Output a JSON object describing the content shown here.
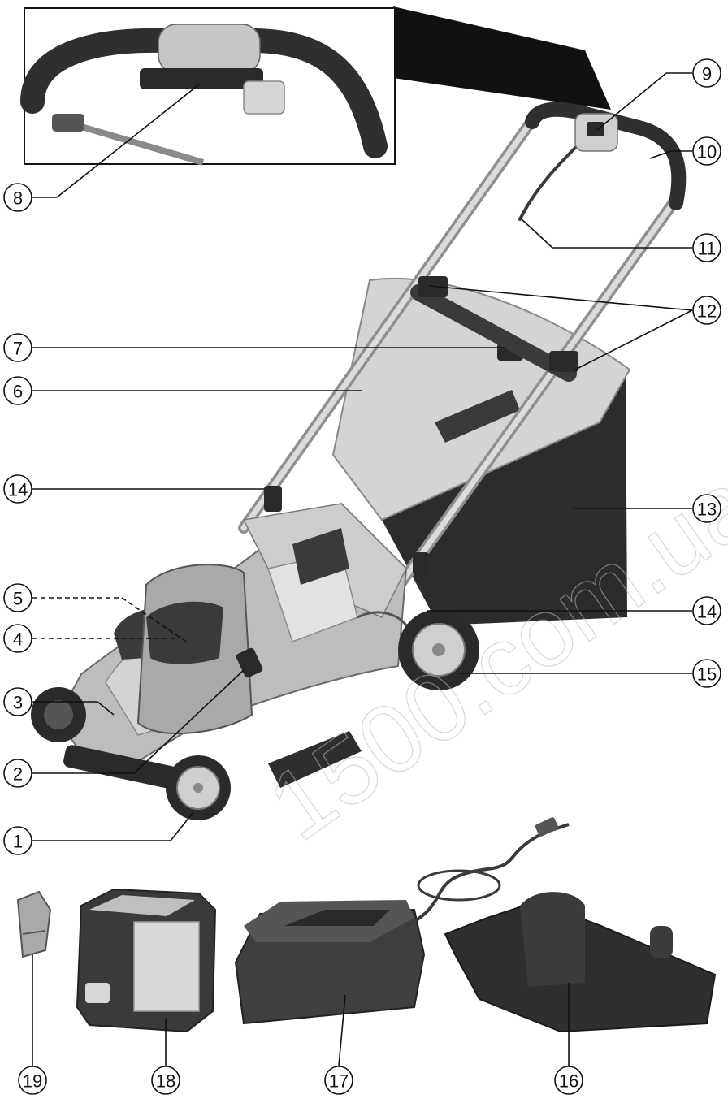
{
  "diagram": {
    "callouts": [
      {
        "id": "1",
        "label": "1"
      },
      {
        "id": "2",
        "label": "2"
      },
      {
        "id": "3",
        "label": "3"
      },
      {
        "id": "4",
        "label": "4"
      },
      {
        "id": "5",
        "label": "5"
      },
      {
        "id": "6",
        "label": "6"
      },
      {
        "id": "7",
        "label": "7"
      },
      {
        "id": "8",
        "label": "8"
      },
      {
        "id": "9",
        "label": "9"
      },
      {
        "id": "10",
        "label": "10"
      },
      {
        "id": "11",
        "label": "11"
      },
      {
        "id": "12",
        "label": "12"
      },
      {
        "id": "13",
        "label": "13"
      },
      {
        "id": "14a",
        "label": "14"
      },
      {
        "id": "14b",
        "label": "14"
      },
      {
        "id": "15",
        "label": "15"
      },
      {
        "id": "16",
        "label": "16"
      },
      {
        "id": "17",
        "label": "17"
      },
      {
        "id": "18",
        "label": "18"
      },
      {
        "id": "19",
        "label": "19"
      }
    ],
    "watermark": "1500.com.ua",
    "colors": {
      "line": "#111111",
      "body_light": "#cfcfcf",
      "body_mid": "#9c9c9c",
      "body_dark": "#3a3a3a",
      "grass_box": "#2c2c2c"
    }
  }
}
